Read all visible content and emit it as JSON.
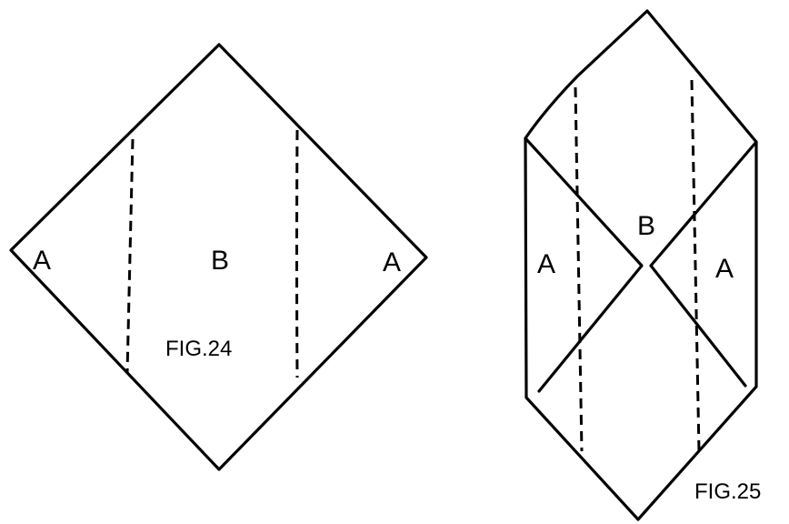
{
  "fig24": {
    "caption": "FIG.24",
    "left_label": "A",
    "center_label": "B",
    "right_label": "A"
  },
  "fig25": {
    "caption": "FIG.25",
    "left_label": "A",
    "center_label": "B",
    "right_label": "A"
  }
}
